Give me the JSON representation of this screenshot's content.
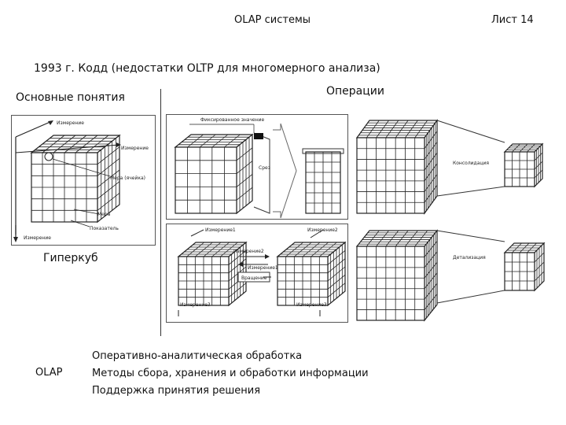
{
  "header": {
    "title": "OLAP системы",
    "sheet": "Лист 14"
  },
  "topic": "1993 г. Кодд (недостатки OLTP для многомерного анализа)",
  "sections": {
    "basic": "Основные понятия",
    "operations": "Операции",
    "hypercube": "Гиперкуб"
  },
  "olap": {
    "term": "OLAP",
    "descriptions": [
      "Оперативно-аналитическая обработка",
      "Методы сбора, хранения и обработки информации",
      "Поддержка принятия решения"
    ]
  },
  "figures": {
    "hypercube": {
      "axis_top": "Измерение",
      "axis_right": "Измерение",
      "cell": "Мера (ячейка)",
      "measure": "Мера",
      "indicator": "Показатель",
      "axis_bottom": "Измерение"
    },
    "slice": {
      "fixed": "Фиксированное значение",
      "slice": "Срез"
    },
    "rotation": {
      "dim1_a": "Измерение1",
      "dim2_a": "Измерение2",
      "dim2_b": "Измерение2",
      "dim1_b": "Измерение1",
      "rotate": "Вращение",
      "dim3_a": "Измерение3",
      "dim3_b": "Измерение3"
    },
    "consolidation": {
      "label": "Консолидация"
    },
    "drilldown": {
      "label": "Детализация"
    }
  }
}
